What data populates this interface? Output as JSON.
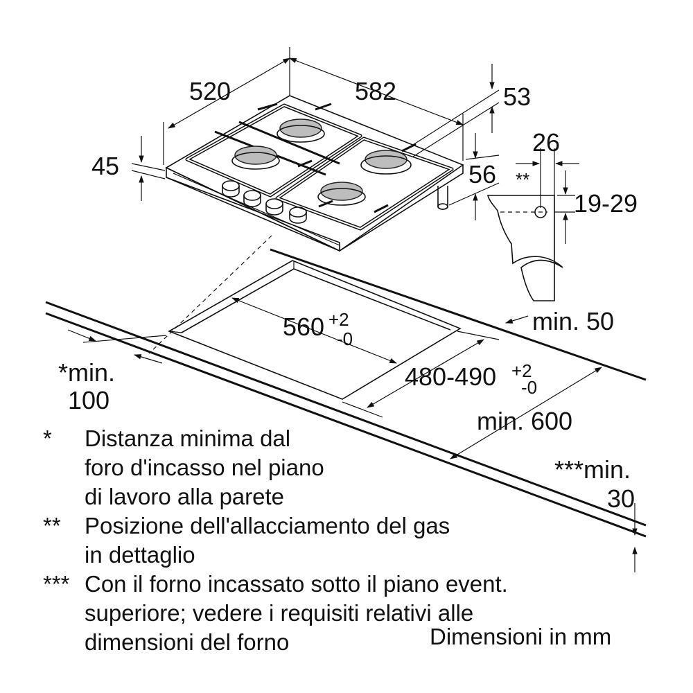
{
  "dimensions": {
    "hob_depth": "520",
    "hob_width": "582",
    "hob_height": "45",
    "edge_offset": "53",
    "connector_offset": "56",
    "connector_width": "26",
    "connector_marker": "**",
    "connector_height_range": "19-29",
    "cutout_width": "560",
    "cutout_width_tol_upper": "+2",
    "cutout_width_tol_lower": "-0",
    "cutout_depth": "480-490",
    "cutout_depth_tol_upper": "+2",
    "cutout_depth_tol_lower": "-0",
    "wall_clearance_label_1": "*min.",
    "wall_clearance_label_2": "100",
    "back_clearance": "min. 50",
    "worktop_depth": "min. 600",
    "oven_clearance_label_1": "***min.",
    "oven_clearance_label_2": "30"
  },
  "notes": [
    {
      "mark": "*",
      "lines": [
        "Distanza minima dal",
        "foro d'incasso nel piano",
        "di lavoro alla parete"
      ]
    },
    {
      "mark": "**",
      "lines": [
        "Posizione dell'allacciamento del gas",
        "in dettaglio"
      ]
    },
    {
      "mark": "***",
      "lines": [
        "Con il forno incassato sotto il piano event.",
        "superiore; vedere i requisiti relativi alle",
        "dimensioni del forno"
      ]
    }
  ],
  "units_label": "Dimensioni in mm",
  "colors": {
    "line": "#111111",
    "burner_fill": "#bdbdbd",
    "background": "#ffffff"
  }
}
